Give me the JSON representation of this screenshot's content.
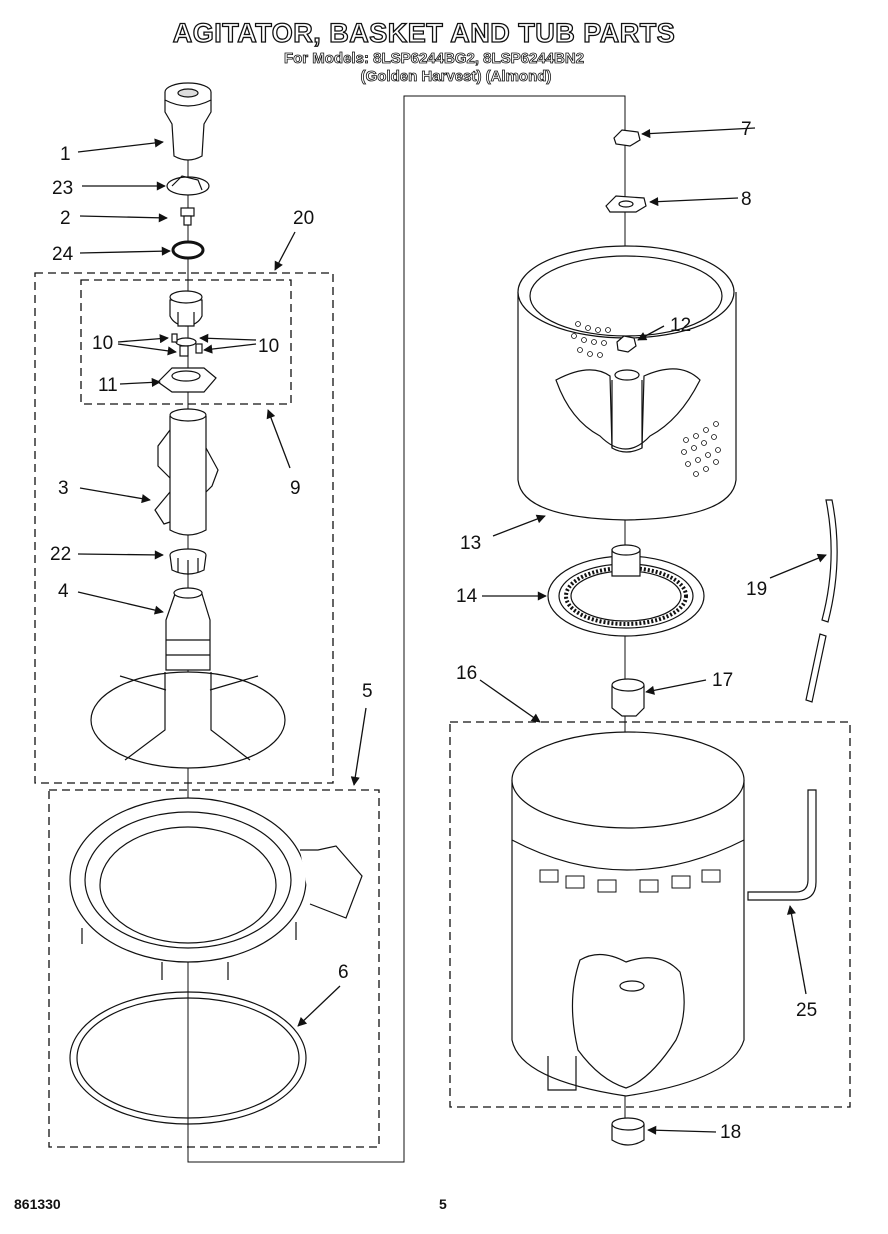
{
  "title": "AGITATOR, BASKET AND TUB PARTS",
  "subtitle_models": "For Models: 8LSP6244BG2, 8LSP6244BN2",
  "subtitle_colors": "(Golden Harvest) (Almond)",
  "callouts": [
    "1",
    "23",
    "2",
    "24",
    "20",
    "10",
    "10",
    "11",
    "9",
    "3",
    "22",
    "4",
    "5",
    "6",
    "7",
    "8",
    "12",
    "13",
    "14",
    "19",
    "16",
    "17",
    "25",
    "18"
  ],
  "footer": {
    "doc_number": "861330",
    "page_number": "5"
  }
}
